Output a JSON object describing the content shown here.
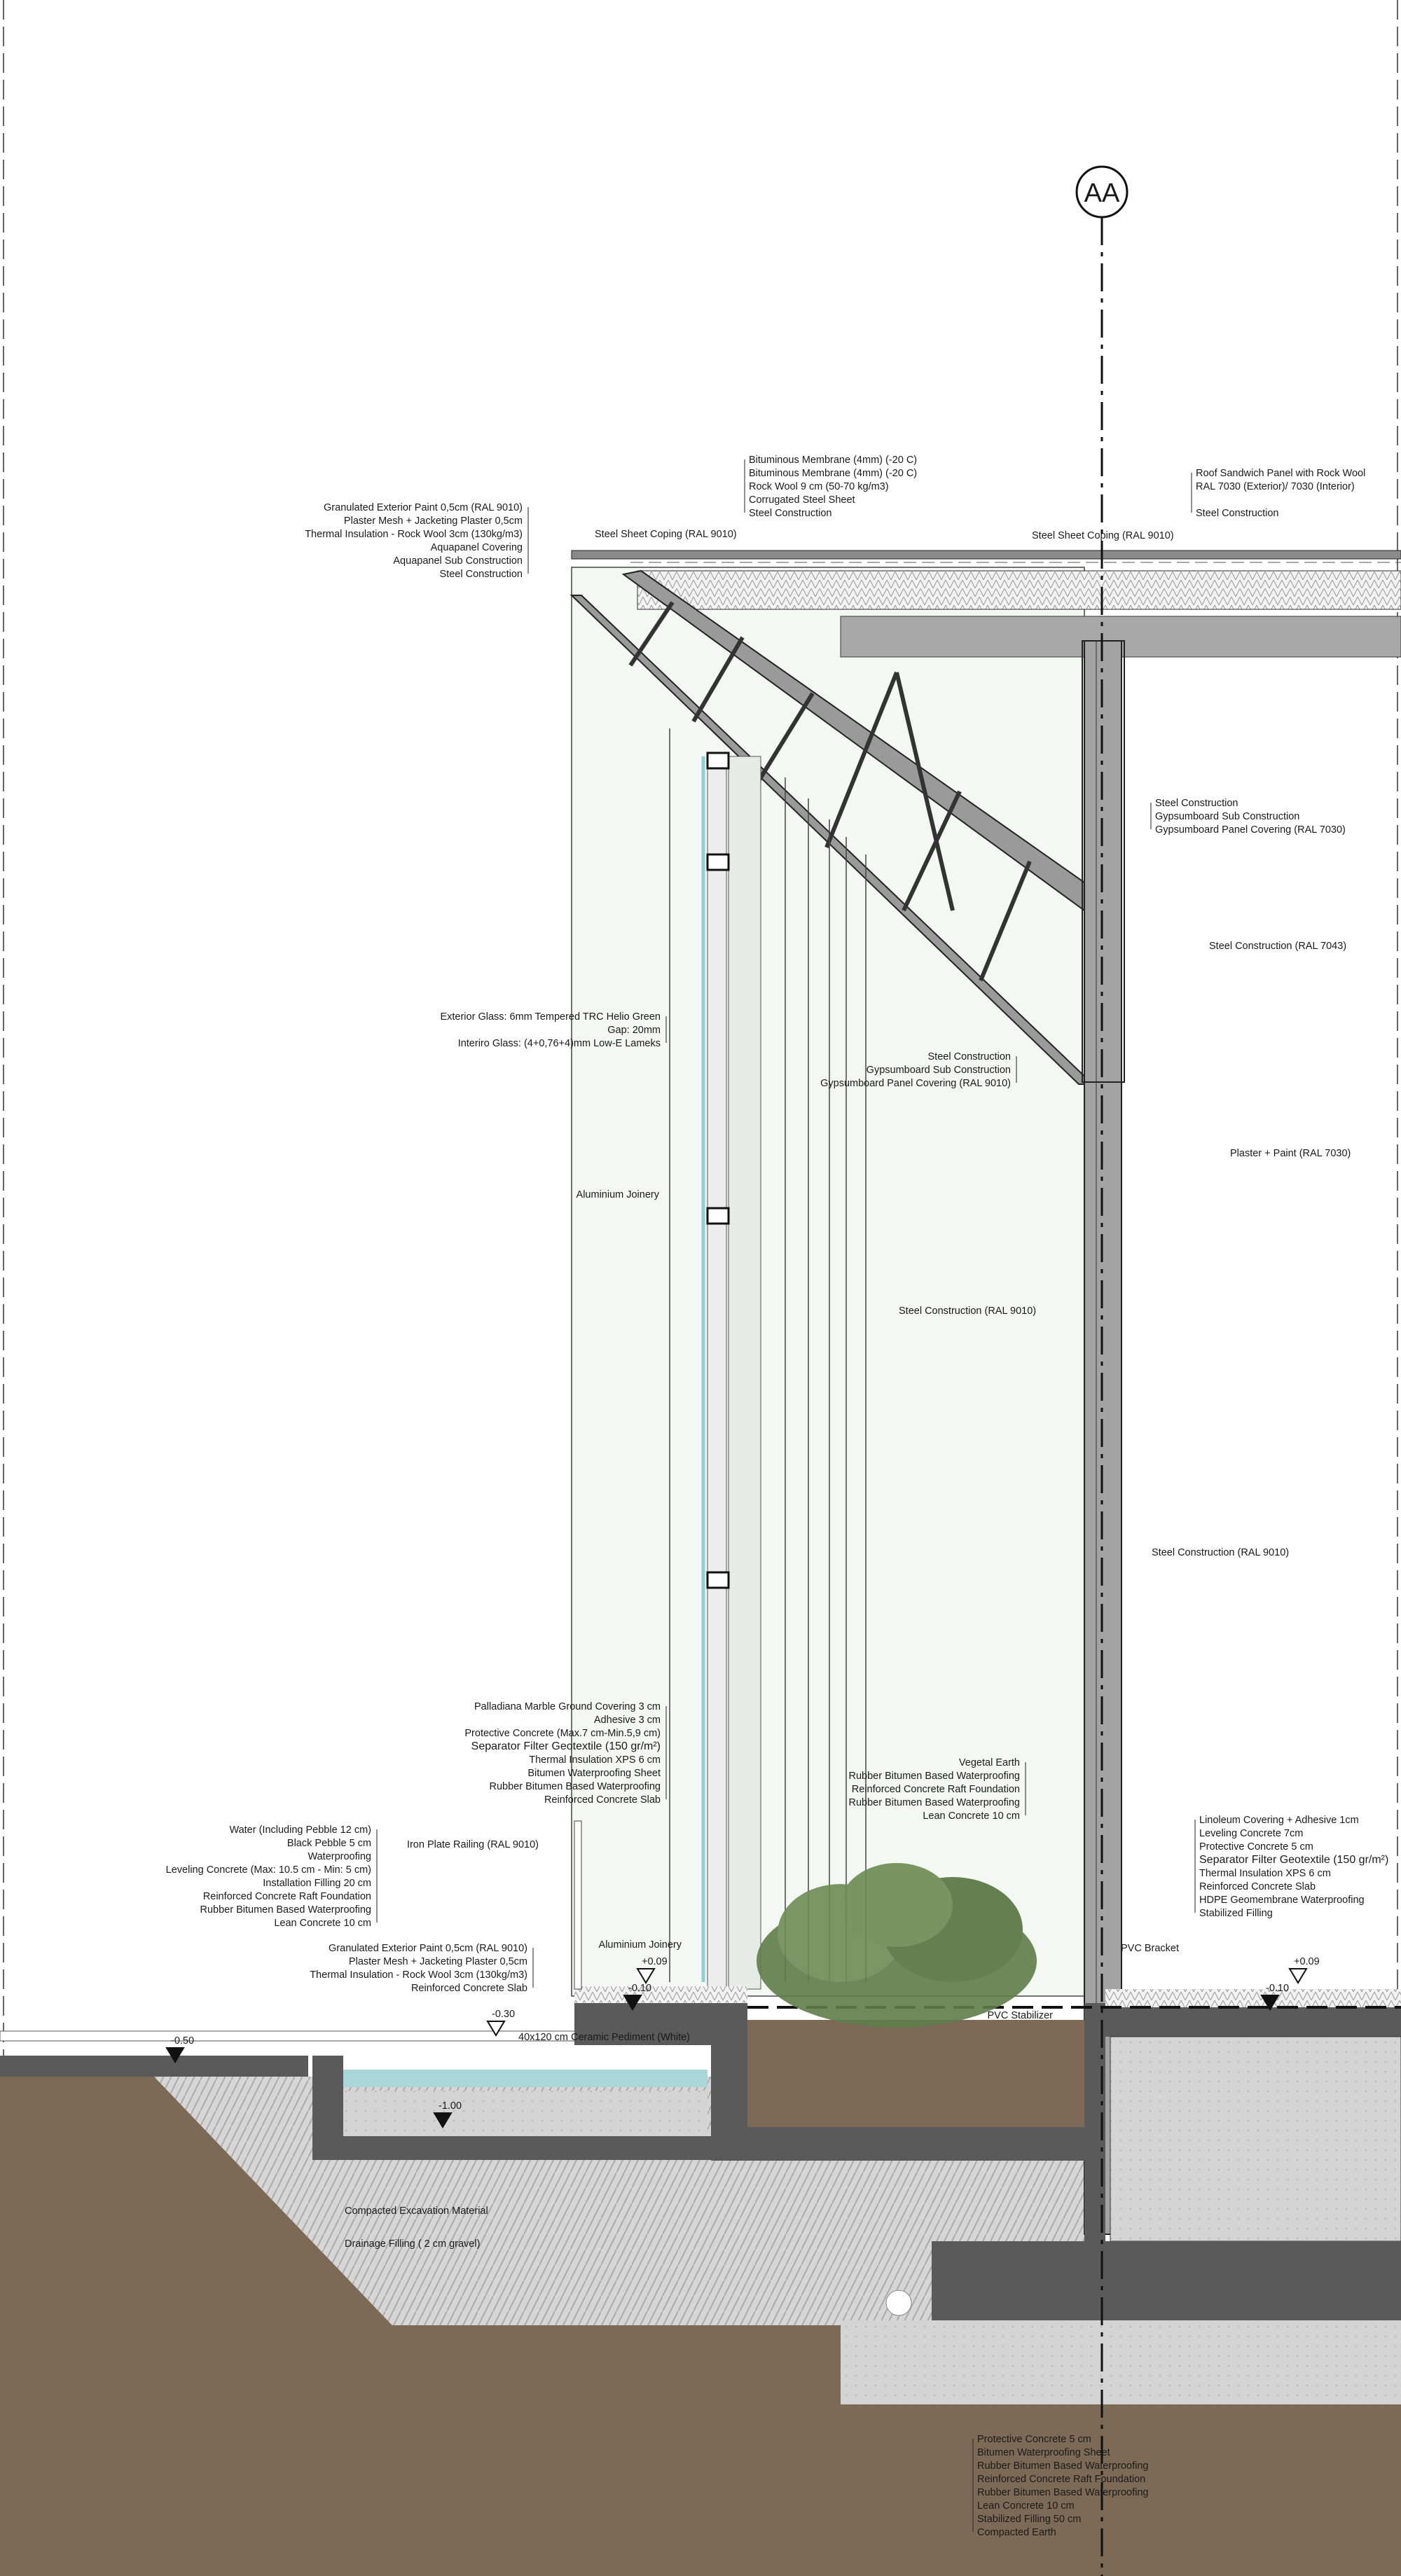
{
  "section_marker": "AA",
  "callouts": [
    {
      "id": "wall-top",
      "lines": [
        "Granulated Exterior Paint 0,5cm (RAL 9010)",
        "Plaster Mesh + Jacketing Plaster 0,5cm",
        "Thermal Insulation - Rock Wool 3cm (130kg/m3)",
        "Aquapanel Covering",
        "Aquapanel Sub Construction",
        "Steel Construction"
      ]
    },
    {
      "id": "roof",
      "lines": [
        "Bituminous Membrane (4mm) (-20 C)",
        "Bituminous Membrane (4mm) (-20 C)",
        "Rock Wool 9 cm (50-70 kg/m3)",
        "Corrugated Steel Sheet",
        "Steel Construction"
      ]
    },
    {
      "id": "coping-left",
      "lines": [
        "Steel Sheet Coping (RAL 9010)"
      ]
    },
    {
      "id": "roof-panel",
      "lines": [
        "Roof Sandwich Panel with Rock Wool",
        "RAL 7030 (Exterior)/ 7030 (Interior)",
        "",
        "Steel Construction"
      ]
    },
    {
      "id": "coping-right",
      "lines": [
        "Steel Sheet Coping (RAL 9010)"
      ]
    },
    {
      "id": "column-upper",
      "lines": [
        "Steel Construction",
        "Gypsumboard Sub Construction",
        "Gypsumboard Panel Covering (RAL 7030)"
      ]
    },
    {
      "id": "beam-7043",
      "lines": [
        "Steel Construction (RAL 7043)"
      ]
    },
    {
      "id": "glass",
      "lines": [
        "Exterior Glass: 6mm Tempered TRC Helio Green",
        "Gap: 20mm",
        "Interiro Glass: (4+0,76+4)mm Low-E Lameks"
      ]
    },
    {
      "id": "truss-lower",
      "lines": [
        "Steel Construction",
        "Gypsumboard Sub Construction",
        "Gypsumboard Panel Covering (RAL 9010)"
      ]
    },
    {
      "id": "plaster",
      "lines": [
        "Plaster + Paint (RAL 7030)"
      ]
    },
    {
      "id": "joinery-mid",
      "lines": [
        "Aluminium Joinery"
      ]
    },
    {
      "id": "fins",
      "lines": [
        "Steel Construction (RAL 9010)"
      ]
    },
    {
      "id": "column-lower",
      "lines": [
        "Steel Construction (RAL 9010)"
      ]
    },
    {
      "id": "floor-left",
      "lines": [
        "Palladiana Marble Ground Covering 3 cm",
        "Adhesive 3 cm",
        "Protective Concrete  (Max.7 cm-Min.5,9 cm)",
        "Separator Filter Geotextile (150 gr/m²)",
        "Thermal Insulation XPS 6 cm",
        "Bitumen Waterproofing Sheet",
        "Rubber Bitumen Based Waterproofing",
        "Reinforced Concrete Slab"
      ]
    },
    {
      "id": "planter",
      "lines": [
        "Vegetal Earth",
        "Rubber Bitumen Based Waterproofing",
        "Reinforced Concrete Raft Foundation",
        "Rubber Bitumen Based Waterproofing",
        "Lean Concrete 10 cm"
      ]
    },
    {
      "id": "floor-right",
      "lines": [
        "Linoleum Covering + Adhesive 1cm",
        "Leveling Concrete 7cm",
        "Protective Concrete 5 cm",
        "Separator Filter Geotextile (150 gr/m²)",
        "Thermal Insulation XPS 6 cm",
        "Reinforced Concrete Slab",
        "HDPE Geomembrane Waterproofing",
        "Stabilized Filling"
      ]
    },
    {
      "id": "pool",
      "lines": [
        "Water (Including Pebble 12 cm)",
        "Black Pebble 5 cm",
        "Waterproofing",
        "Leveling Concrete (Max: 10.5 cm - Min: 5 cm)",
        "Installation Filling 20 cm",
        "Reinforced Concrete Raft Foundation",
        "Rubber Bitumen Based Waterproofing",
        "Lean Concrete 10 cm"
      ]
    },
    {
      "id": "railing",
      "lines": [
        "Iron Plate Railing (RAL 9010)"
      ]
    },
    {
      "id": "wall-bottom",
      "lines": [
        "Granulated Exterior Paint 0,5cm (RAL 9010)",
        "Plaster Mesh + Jacketing Plaster 0,5cm",
        "Thermal Insulation - Rock Wool 3cm (130kg/m3)",
        "Reinforced Concrete Slab"
      ]
    },
    {
      "id": "joinery-bottom",
      "lines": [
        "Aluminium Joinery"
      ]
    },
    {
      "id": "pvc-bracket",
      "lines": [
        "PVC Bracket"
      ]
    },
    {
      "id": "pvc-stabilizer",
      "lines": [
        "PVC Stabilizer"
      ]
    },
    {
      "id": "pediment",
      "lines": [
        "40x120 cm Ceramic Pediment (White)"
      ]
    },
    {
      "id": "soil-excavation",
      "lines": [
        "Compacted Excavation Material"
      ]
    },
    {
      "id": "soil-drainage",
      "lines": [
        "Drainage Filling ( 2 cm gravel)"
      ]
    },
    {
      "id": "foundation",
      "lines": [
        "Protective Concrete 5 cm",
        "Bitumen Waterproofing Sheet",
        "Rubber Bitumen Based  Waterproofing",
        "Reinforced Concrete Raft Foundation",
        "Rubber Bitumen Based Waterproofing",
        "Lean Concrete 10 cm",
        "Stabilized Filling 50 cm",
        "Compacted Earth"
      ]
    }
  ],
  "levels": [
    {
      "label": "+0.09",
      "filled": false
    },
    {
      "label": "-0.10",
      "filled": true
    },
    {
      "label": "-0.30",
      "filled": false
    },
    {
      "label": "-0.50",
      "filled": true
    },
    {
      "label": "-1.00",
      "filled": true
    },
    {
      "label": "+0.09",
      "filled": false
    },
    {
      "label": "-0.10",
      "filled": true
    }
  ],
  "colors": {
    "earth": "#7d6a56",
    "concrete": "#5a5a5a",
    "glass_zone": "#f3f8f2",
    "steel": "#9a9a9a",
    "water": "#a9d6d8",
    "gravel": "#d4d4d4",
    "plant": "#5f7e4a"
  }
}
